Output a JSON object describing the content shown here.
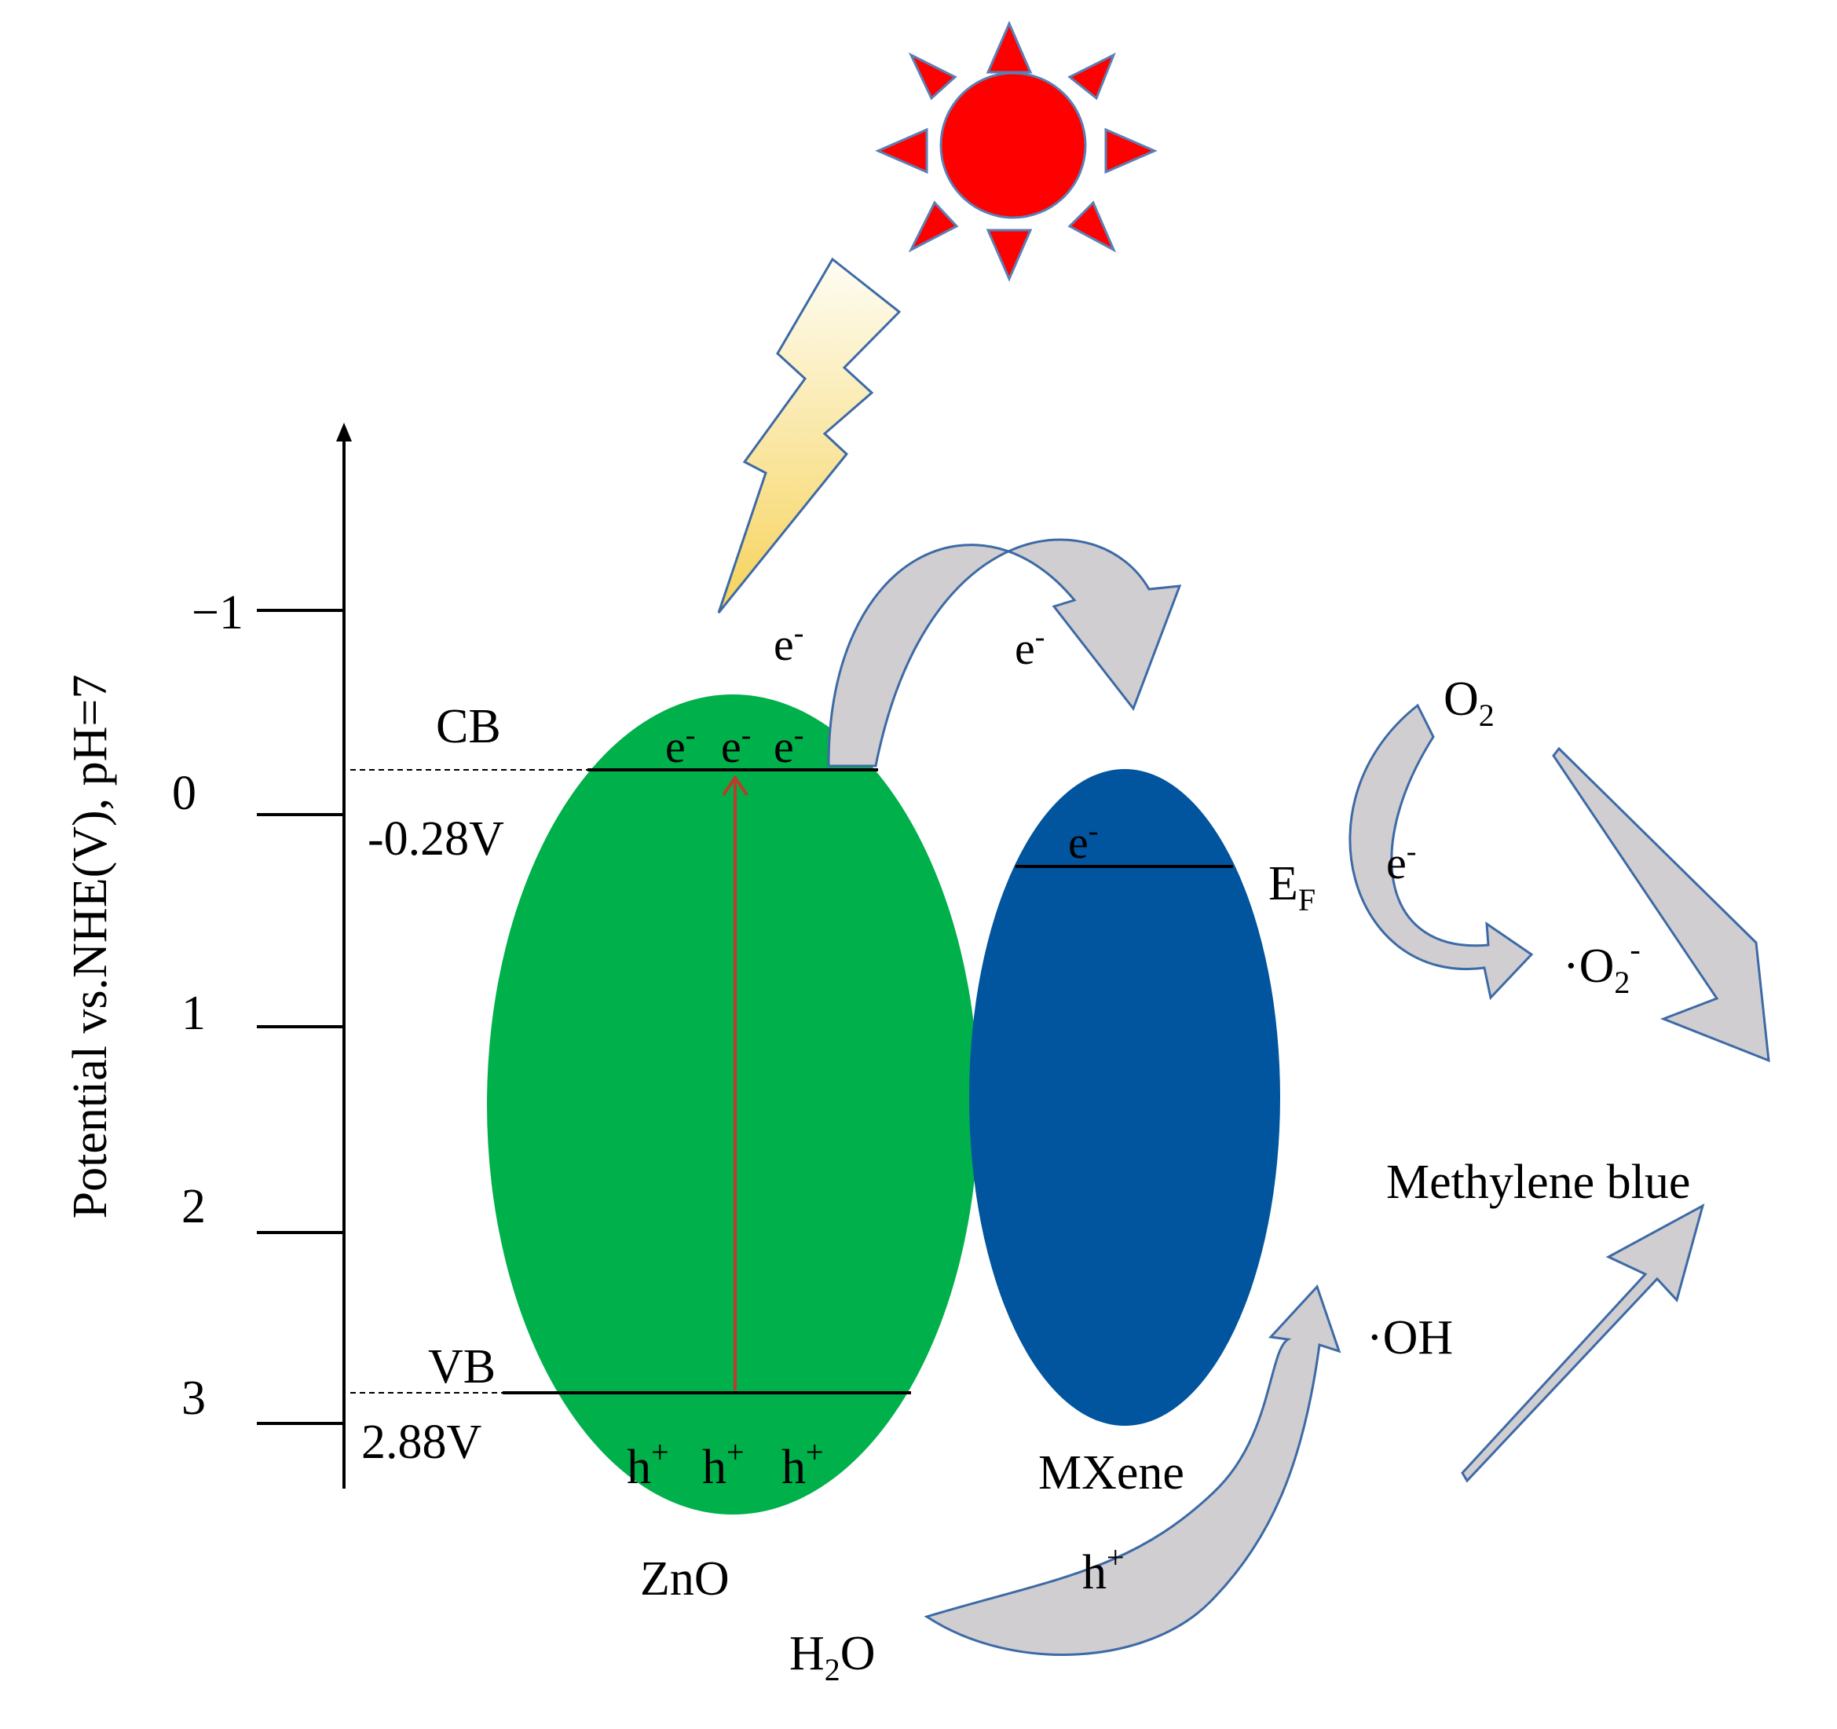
{
  "axis": {
    "title": "Potential vs.NHE(V), pH=7",
    "ticks": [
      {
        "value": -1,
        "label": "−1"
      },
      {
        "value": 0,
        "label": "0"
      },
      {
        "value": 1,
        "label": "1"
      },
      {
        "value": 2,
        "label": "2"
      },
      {
        "value": 3,
        "label": "3"
      }
    ]
  },
  "zno": {
    "name": "ZnO",
    "cb_label": "CB",
    "cb_value": "-0.28V",
    "vb_label": "VB",
    "vb_value": "2.88V",
    "electrons_cb": "e",
    "holes_vb": "h",
    "electron_sign": "-",
    "hole_sign": "+",
    "color": "#00b04b"
  },
  "mxene": {
    "name": "MXene",
    "fermi_label": "E",
    "fermi_sub": "F",
    "electron": "e",
    "color": "#00559e"
  },
  "transfer_labels": {
    "e_excited": "e",
    "e_transfer": "e",
    "e_o2": "e",
    "h_transfer": "h",
    "minus": "-",
    "plus": "+"
  },
  "species": {
    "o2_main": "O",
    "o2_sub": "2",
    "superoxide_prefix": "·O",
    "superoxide_sub": "2",
    "superoxide_sup": "-",
    "hydroxyl": "·OH",
    "water_h": "H",
    "water_sub": "2",
    "water_o": "O",
    "target": "Methylene blue"
  },
  "colors": {
    "sun": "#ff0000",
    "sun_outline": "#5b7fb4",
    "arrow_fill": "#d0ced0",
    "arrow_dark": "#a8a8a8",
    "arrow_outline": "#3d6aa6",
    "excitation": "#c0392b",
    "lightning_top": "#fefdf4",
    "lightning_bottom": "#f6d25a"
  }
}
